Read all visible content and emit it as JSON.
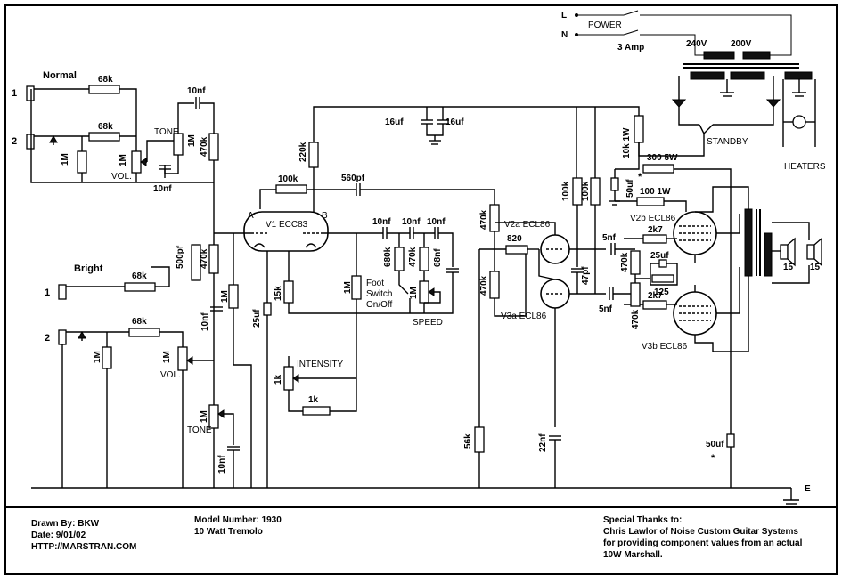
{
  "mains": {
    "live": "L",
    "neutral": "N",
    "power_switch": "POWER",
    "fuse": "3 Amp",
    "tap_240": "240V",
    "tap_200": "200V",
    "standby": "STANDBY",
    "heaters": "HEATERS"
  },
  "inputs": {
    "normal": {
      "title": "Normal",
      "jack1": "1",
      "jack2": "2",
      "r_top": "68k",
      "r_mid": "68k",
      "r_shunt": "1M",
      "vol_pot": "1M",
      "vol_label": "VOL.",
      "tone_label": "TONE",
      "tone_pot": "1M",
      "tone_cap": "10nf",
      "coupling_cap": "10nf",
      "r_470k": "470k"
    },
    "bright": {
      "title": "Bright",
      "jack1": "1",
      "jack2": "2",
      "r_top": "68k",
      "r_mid": "68k",
      "r_shunt": "1M",
      "vol_pot": "1M",
      "vol_label": "VOL.",
      "tone_pot": "1M",
      "tone_label": "TONE",
      "tone_cap": "10nf",
      "cap_10nf": "10nf"
    }
  },
  "preamp": {
    "r_220k": "220k",
    "c_16uf_a": "16uf",
    "c_16uf_b": "16uf",
    "r_100k_fb": "100k",
    "c_560pf": "560pf",
    "v1_label": "V1 ECC83",
    "v1_a": "A",
    "v1_b": "B",
    "c_500pf": "500pf",
    "r_470k_a": "470k",
    "r_1M_a": "1M",
    "c_25uf": "25uf",
    "r_15k": "15k",
    "r_1M_b": "1M",
    "intensity_pot": "1k",
    "intensity_label": "INTENSITY",
    "r_1k": "1k",
    "foot_switch": "Foot\nSwitch\nOn/Off",
    "foot_1": "Foot",
    "foot_2": "Switch",
    "foot_3": "On/Off"
  },
  "oscillator": {
    "c1": "10nf",
    "c2": "10nf",
    "c3": "10nf",
    "r_680k": "680k",
    "r_470k": "470k",
    "r_68nf": "68nf",
    "speed_pot": "1M",
    "speed_label": "SPEED"
  },
  "phase_inverter": {
    "v2a": "V2a ECL86",
    "v3a": "V3a ECL86",
    "r_470k_top": "470k",
    "r_470k_bot": "470k",
    "r_820": "820",
    "r_56k": "56k",
    "c_22nf": "22nf",
    "c_47pf": "47pf",
    "r_100k_a": "100k",
    "r_100k_b": "100k"
  },
  "power_amp": {
    "r_10k": "10k 1W",
    "c_50uf_top": "50uf",
    "star": "*",
    "r_300": "300 5W",
    "r_100_1w": "100 1W",
    "v2b": "V2b ECL86",
    "v3b": "V3b ECL86",
    "c_5nf_a": "5nf",
    "c_5nf_b": "5nf",
    "r_2k7_a": "2k7",
    "r_2k7_b": "2k7",
    "r_470k_a": "470k",
    "r_470k_b": "470k",
    "c_25uf": "25uf",
    "r_125": "125",
    "c_50uf_bot": "50uf",
    "spk1": "15",
    "spk2": "15"
  },
  "ground_label": "E",
  "footer": {
    "drawn_by": "Drawn By: BKW",
    "date": "Date: 9/01/02",
    "url": "HTTP://MARSTRAN.COM",
    "model": "Model Number: 1930",
    "desc": "10 Watt Tremolo",
    "thanks_title": "Special Thanks to:",
    "thanks_1": "Chris Lawlor of Noise Custom Guitar Systems",
    "thanks_2": "for providing component values from an actual",
    "thanks_3": "10W Marshall."
  }
}
